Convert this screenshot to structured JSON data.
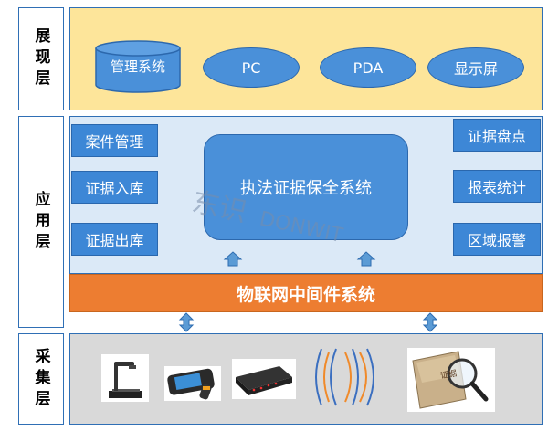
{
  "layers": {
    "display_label": "展现层",
    "application_label": "应用层",
    "collection_label": "采集层"
  },
  "display_layer": {
    "items": [
      "管理系统",
      "PC",
      "PDA",
      "显示屏"
    ]
  },
  "application_layer": {
    "left_modules": [
      "案件管理",
      "证据入库",
      "证据出库"
    ],
    "right_modules": [
      "证据盘点",
      "报表统计",
      "区域报警"
    ],
    "core_system": "执法证据保全系统",
    "middleware": "物联网中间件系统"
  },
  "collection_layer": {
    "devices": [
      "document-scanner-icon",
      "handheld-rfid-reader-icon",
      "rfid-reader-device-icon",
      "rfid-signal-icon",
      "evidence-folder-magnifier-icon"
    ],
    "folder_text": "证据"
  },
  "watermark": {
    "cn": "东识",
    "en": "DONWIT"
  },
  "colors": {
    "display_bg": "#fde59a",
    "application_bg": "#dbe9f7",
    "collection_bg": "#d9d9d9",
    "blue": "#4a90d9",
    "orange": "#ed7d31",
    "border": "#2f6fb5"
  }
}
